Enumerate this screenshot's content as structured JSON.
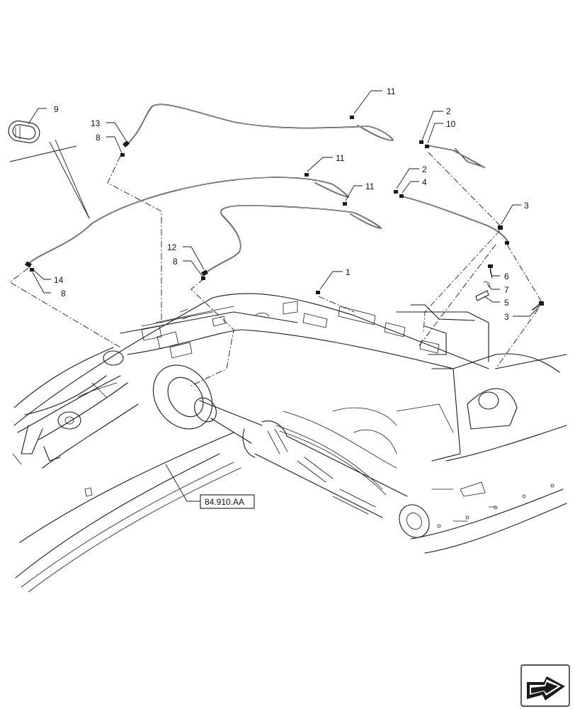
{
  "callouts": {
    "c1": "1",
    "c2a": "2",
    "c2b": "2",
    "c3a": "3",
    "c3b": "3",
    "c4": "4",
    "c5": "5",
    "c6": "6",
    "c7": "7",
    "c8a": "8",
    "c8b": "8",
    "c8c": "8",
    "c9": "9",
    "c10": "10",
    "c11a": "11",
    "c11b": "11",
    "c11c": "11",
    "c12": "12",
    "c13": "13",
    "c14": "14"
  },
  "reference": {
    "label": "84.910.AA"
  },
  "nav_icon": "next-page-arrow-icon"
}
